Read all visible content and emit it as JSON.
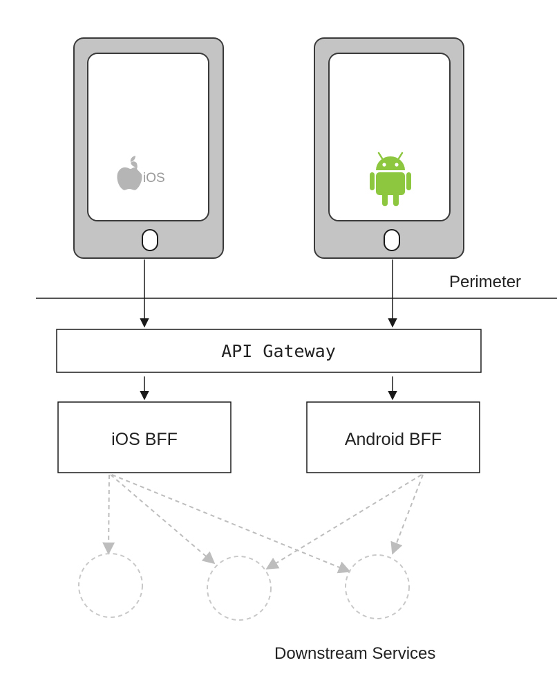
{
  "diagram": {
    "clients": [
      {
        "name": "ios-phone",
        "platform_text": "iOS"
      },
      {
        "name": "android-phone",
        "platform_text": ""
      }
    ],
    "perimeter_label": "Perimeter",
    "gateway_label": "API Gateway",
    "bffs": [
      {
        "label": "iOS BFF"
      },
      {
        "label": "Android BFF"
      }
    ],
    "downstream_label": "Downstream Services",
    "colors": {
      "phone_body": "#c4c4c4",
      "phone_outline": "#3a3a3a",
      "apple_logo": "#b5b5b5",
      "android_logo": "#8dc63f",
      "dashed": "#bdbdbd",
      "line": "#1a1a1a"
    },
    "icons": [
      "apple-icon",
      "android-icon",
      "home-button-icon",
      "arrow-icon"
    ]
  }
}
